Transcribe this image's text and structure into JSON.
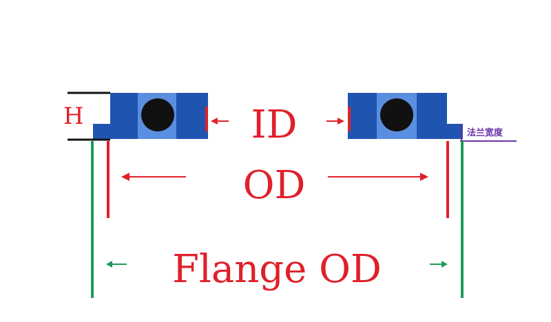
{
  "labels": {
    "height": "H",
    "inner_diameter": "ID",
    "outer_diameter": "OD",
    "flange_outer_diameter": "Flange OD",
    "flange_width": "法兰宽度"
  },
  "colors": {
    "seal_dark_blue": "#1f55b0",
    "seal_light_blue": "#5a8ee0",
    "o_ring": "#111111",
    "dimension_red": "#e0202a",
    "flange_green": "#1e9a5a",
    "flange_width_purple": "#6633aa",
    "height_bracket": "#111111"
  }
}
